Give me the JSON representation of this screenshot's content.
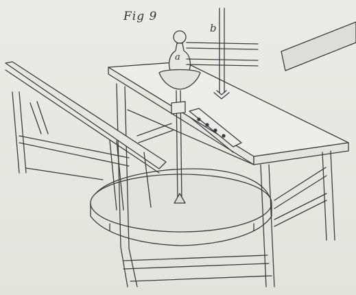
{
  "figure": {
    "title": "Fig 9",
    "labels": {
      "a": "a",
      "b": "b"
    },
    "ink_color": "#3a3a3a",
    "paper_color": "#e6e6e0"
  }
}
